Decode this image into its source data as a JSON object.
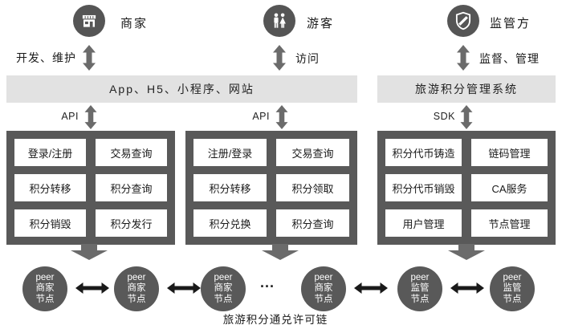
{
  "colors": {
    "dark-node": "#595959",
    "icon-circle": "#555555",
    "bar-bg": "#e2e2e2",
    "arrow-gray": "#6b6b6b",
    "arrow-black": "#1a1a1a",
    "text": "#1a1a1a"
  },
  "actors": [
    {
      "label": "商家",
      "icon": "storefront-icon",
      "relation_label": "开发、维护"
    },
    {
      "label": "游客",
      "icon": "tourists-icon",
      "relation_label": "访问"
    },
    {
      "label": "监管方",
      "icon": "shield-icon",
      "relation_label": "监督、管理"
    }
  ],
  "platform_bars": [
    {
      "label": "App、H5、小程序、网站"
    },
    {
      "label": "旅游积分管理系统"
    }
  ],
  "interfaces": [
    {
      "label": "API"
    },
    {
      "label": "API"
    },
    {
      "label": "SDK"
    }
  ],
  "function_boxes": [
    {
      "cells": [
        "登录/注册",
        "交易查询",
        "积分转移",
        "积分查询",
        "积分销毁",
        "积分发行"
      ]
    },
    {
      "cells": [
        "注册/登录",
        "交易查询",
        "积分转移",
        "积分领取",
        "积分兑换",
        "积分查询"
      ]
    },
    {
      "cells": [
        "积分代币铸造",
        "链码管理",
        "积分代币销毁",
        "CA服务",
        "用户管理",
        "节点管理"
      ]
    }
  ],
  "peer_nodes": [
    {
      "line1": "peer",
      "line2": "商家",
      "line3": "节点"
    },
    {
      "line1": "peer",
      "line2": "商家",
      "line3": "节点"
    },
    {
      "line1": "peer",
      "line2": "商家",
      "line3": "节点"
    },
    {
      "line1": "peer",
      "line2": "商家",
      "line3": "节点"
    },
    {
      "line1": "peer",
      "line2": "监管",
      "line3": "节点"
    },
    {
      "line1": "peer",
      "line2": "监管",
      "line3": "节点"
    }
  ],
  "ellipsis": "...",
  "chain_caption": "旅游积分通兑许可链"
}
